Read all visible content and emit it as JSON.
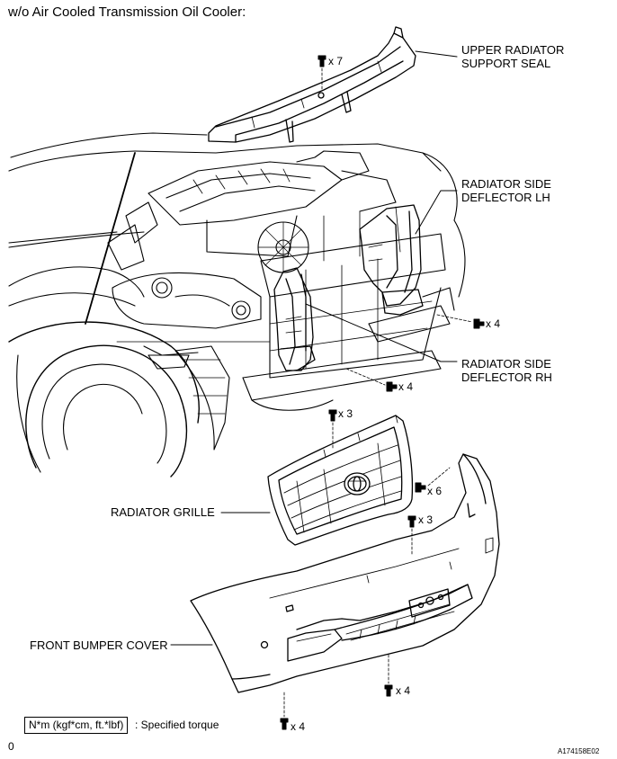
{
  "header": "w/o Air Cooled Transmission Oil Cooler:",
  "callouts": {
    "upper_seal": [
      "UPPER RADIATOR",
      "SUPPORT SEAL"
    ],
    "deflector_lh": [
      "RADIATOR SIDE",
      "DEFLECTOR LH"
    ],
    "deflector_rh": [
      "RADIATOR SIDE",
      "DEFLECTOR RH"
    ],
    "grille": "RADIATOR GRILLE",
    "bumper": "FRONT BUMPER COVER"
  },
  "quantities": {
    "seal_clips": "x 7",
    "lh_clips": "x 4",
    "rh_clips": "x 4",
    "grille_clips": "x 3",
    "bumper_side_screws": "x 6",
    "bumper_top_screws": "x 3",
    "bumper_lower_screws": "x 4",
    "bumper_bottom_screws": "x 4"
  },
  "legend": {
    "box": "N*m (kgf*cm, ft.*lbf)",
    "text": ": Specified torque"
  },
  "page_mark": "0",
  "figure_id": "A174158E02"
}
